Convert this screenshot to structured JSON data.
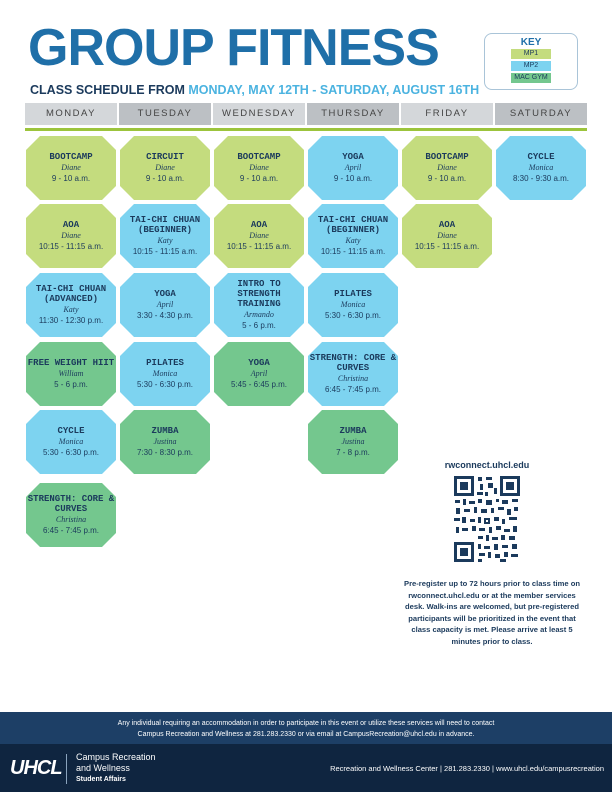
{
  "header": {
    "title": "GROUP FITNESS",
    "subtitle_lead": "CLASS SCHEDULE FROM ",
    "subtitle_range": "MONDAY, MAY 12TH - SATURDAY, AUGUST 16TH"
  },
  "key": {
    "title": "KEY",
    "items": [
      {
        "label": "MP1",
        "color": "#c4dc7e"
      },
      {
        "label": "MP2",
        "color": "#7dd3f0"
      },
      {
        "label": "MAC GYM",
        "color": "#74c78e"
      }
    ]
  },
  "days": [
    "MONDAY",
    "TUESDAY",
    "WEDNESDAY",
    "THURSDAY",
    "FRIDAY",
    "SATURDAY"
  ],
  "schedule": {
    "monday": [
      {
        "name": "BOOTCAMP",
        "instructor": "Diane",
        "time": "9 - 10 a.m.",
        "room": "MP1"
      },
      {
        "name": "AOA",
        "instructor": "Diane",
        "time": "10:15 - 11:15 a.m.",
        "room": "MP1"
      },
      {
        "name": "TAI-CHI CHUAN (ADVANCED)",
        "instructor": "Katy",
        "time": "11:30 - 12:30 p.m.",
        "room": "MP2"
      },
      {
        "name": "FREE WEIGHT HIIT",
        "instructor": "William",
        "time": "5 - 6 p.m.",
        "room": "MAC GYM"
      },
      {
        "name": "CYCLE",
        "instructor": "Monica",
        "time": "5:30 - 6:30 p.m.",
        "room": "MP2"
      },
      {
        "name": "STRENGTH: CORE & CURVES",
        "instructor": "Christina",
        "time": "6:45 - 7:45 p.m.",
        "room": "MAC GYM"
      }
    ],
    "tuesday": [
      {
        "name": "CIRCUIT",
        "instructor": "Diane",
        "time": "9 - 10 a.m.",
        "room": "MP1"
      },
      {
        "name": "TAI-CHI CHUAN (BEGINNER)",
        "instructor": "Katy",
        "time": "10:15 - 11:15 a.m.",
        "room": "MP2"
      },
      {
        "name": "YOGA",
        "instructor": "April",
        "time": "3:30 - 4:30 p.m.",
        "room": "MP2"
      },
      {
        "name": "PILATES",
        "instructor": "Monica",
        "time": "5:30 - 6:30 p.m.",
        "room": "MP2"
      },
      {
        "name": "ZUMBA",
        "instructor": "Justina",
        "time": "7:30 - 8:30 p.m.",
        "room": "MAC GYM"
      }
    ],
    "wednesday": [
      {
        "name": "BOOTCAMP",
        "instructor": "Diane",
        "time": "9 - 10 a.m.",
        "room": "MP1"
      },
      {
        "name": "AOA",
        "instructor": "Diane",
        "time": "10:15 - 11:15 a.m.",
        "room": "MP1"
      },
      {
        "name": "INTRO TO STRENGTH TRAINING",
        "instructor": "Armando",
        "time": "5 - 6 p.m.",
        "room": "MP2"
      },
      {
        "name": "YOGA",
        "instructor": "April",
        "time": "5:45 - 6:45 p.m.",
        "room": "MAC GYM"
      }
    ],
    "thursday": [
      {
        "name": "YOGA",
        "instructor": "April",
        "time": "9 - 10 a.m.",
        "room": "MP2"
      },
      {
        "name": "TAI-CHI CHUAN (BEGINNER)",
        "instructor": "Katy",
        "time": "10:15 - 11:15 a.m.",
        "room": "MP2"
      },
      {
        "name": "PILATES",
        "instructor": "Monica",
        "time": "5:30 - 6:30 p.m.",
        "room": "MP2"
      },
      {
        "name": "STRENGTH: CORE & CURVES",
        "instructor": "Christina",
        "time": "6:45 - 7:45 p.m.",
        "room": "MP2"
      },
      {
        "name": "ZUMBA",
        "instructor": "Justina",
        "time": "7 - 8 p.m.",
        "room": "MAC GYM"
      }
    ],
    "friday": [
      {
        "name": "BOOTCAMP",
        "instructor": "Diane",
        "time": "9 - 10 a.m.",
        "room": "MP1"
      },
      {
        "name": "AOA",
        "instructor": "Diane",
        "time": "10:15 - 11:15 a.m.",
        "room": "MP1"
      }
    ],
    "saturday": [
      {
        "name": "CYCLE",
        "instructor": "Monica",
        "time": "8:30 - 9:30 a.m.",
        "room": "MP2"
      }
    ]
  },
  "registration": {
    "url": "rwconnect.uhcl.edu",
    "note": "Pre-register up to 72 hours prior to class time on rwconnect.uhcl.edu or at the member services desk. Walk-ins are welcomed, but pre-registered participants will be prioritized in the event that class capacity is met. Please arrive at least 5 minutes prior to class."
  },
  "footer": {
    "accommodation_line1": "Any individual requiring an accommodation in order to participate in this event or utilize these services will need to contact",
    "accommodation_line2": "Campus Recreation and Wellness at 281.283.2330 or via email at CampusRecreation@uhcl.edu in advance.",
    "logo_text": "UHCL",
    "unit_line1": "Campus Recreation",
    "unit_line2": "and Wellness",
    "unit_line3": "Student Affairs",
    "contact": "Recreation and Wellness Center | 281.283.2330 | www.uhcl.edu/campusrecreation"
  }
}
